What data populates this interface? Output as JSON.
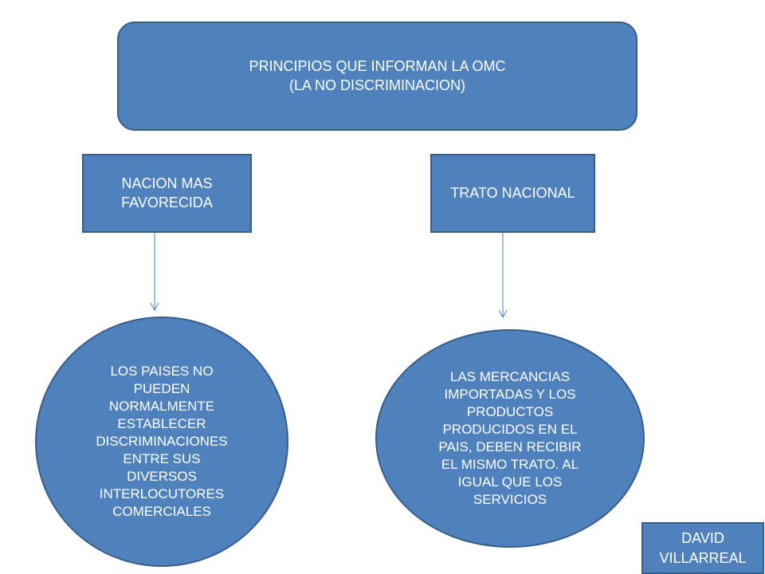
{
  "colors": {
    "node_fill": "#4f81bd",
    "node_border": "#385d8a",
    "connector": "#4a7ebb",
    "text": "#ffffff"
  },
  "diagram": {
    "title": {
      "line1": "PRINCIPIOS QUE INFORMAN LA OMC",
      "line2": "(LA NO DISCRIMINACION)"
    },
    "branches": [
      {
        "label_lines": [
          "NACION MAS",
          "FAVORECIDA"
        ],
        "description_lines": [
          "LOS PAISES NO",
          "PUEDEN",
          "NORMALMENTE",
          "ESTABLECER",
          "DISCRIMINACIONES",
          "ENTRE  SUS",
          "DIVERSOS",
          "INTERLOCUTORES",
          "COMERCIALES"
        ]
      },
      {
        "label_lines": [
          "TRATO NACIONAL"
        ],
        "description_lines": [
          "LAS MERCANCIAS",
          "IMPORTADAS Y LOS",
          "PRODUCTOS",
          "PRODUCIDOS EN EL",
          "PAIS, DEBEN RECIBIR",
          "EL MISMO TRATO. AL",
          "IGUAL QUE LOS",
          "SERVICIOS"
        ]
      }
    ],
    "author_lines": [
      "DAVID",
      "VILLARREAL"
    ]
  }
}
